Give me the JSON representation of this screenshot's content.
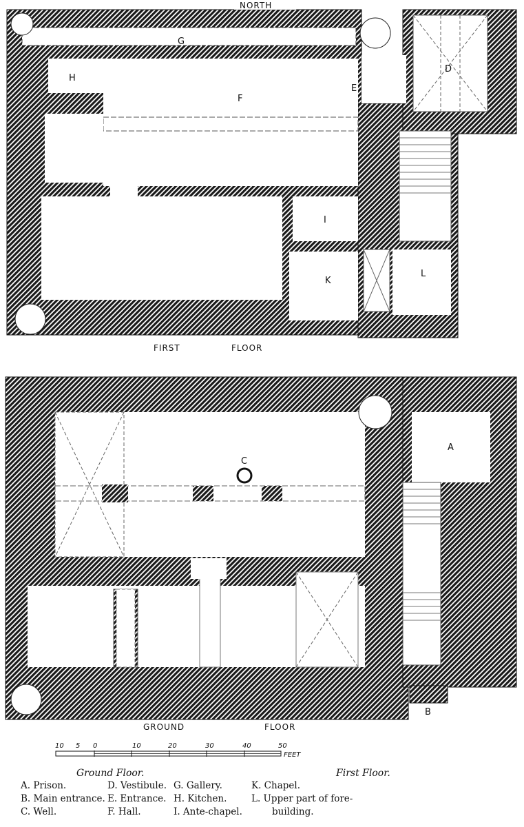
{
  "plans": {
    "first_floor": {
      "compass": "NORTH",
      "caption_left": "FIRST",
      "caption_right": "FLOOR",
      "room_labels": {
        "G": "G",
        "H": "H",
        "F": "F",
        "E": "E",
        "D": "D",
        "I": "I",
        "K": "K",
        "L": "L"
      }
    },
    "ground_floor": {
      "caption_left": "GROUND",
      "caption_right": "FLOOR",
      "room_labels": {
        "A": "A",
        "B": "B",
        "C": "C"
      }
    }
  },
  "scale_bar": {
    "ticks": [
      "10",
      "5",
      "0",
      "10",
      "20",
      "30",
      "40",
      "50"
    ],
    "unit": "FEET"
  },
  "captions": {
    "ground": "Ground Floor.",
    "first": "First Floor."
  },
  "legend": [
    [
      "A. Prison.",
      "B. Main entrance.",
      "C. Well."
    ],
    [
      "D. Vestibule.",
      "E. Entrance.",
      "F. Hall."
    ],
    [
      "G. Gallery.",
      "H. Kitchen.",
      "I. Ante-chapel."
    ],
    [
      "K. Chapel.",
      "L. Upper part of fore-",
      "building."
    ]
  ],
  "colors": {
    "ink": "#1a1a1a",
    "paper": "#ffffff"
  }
}
